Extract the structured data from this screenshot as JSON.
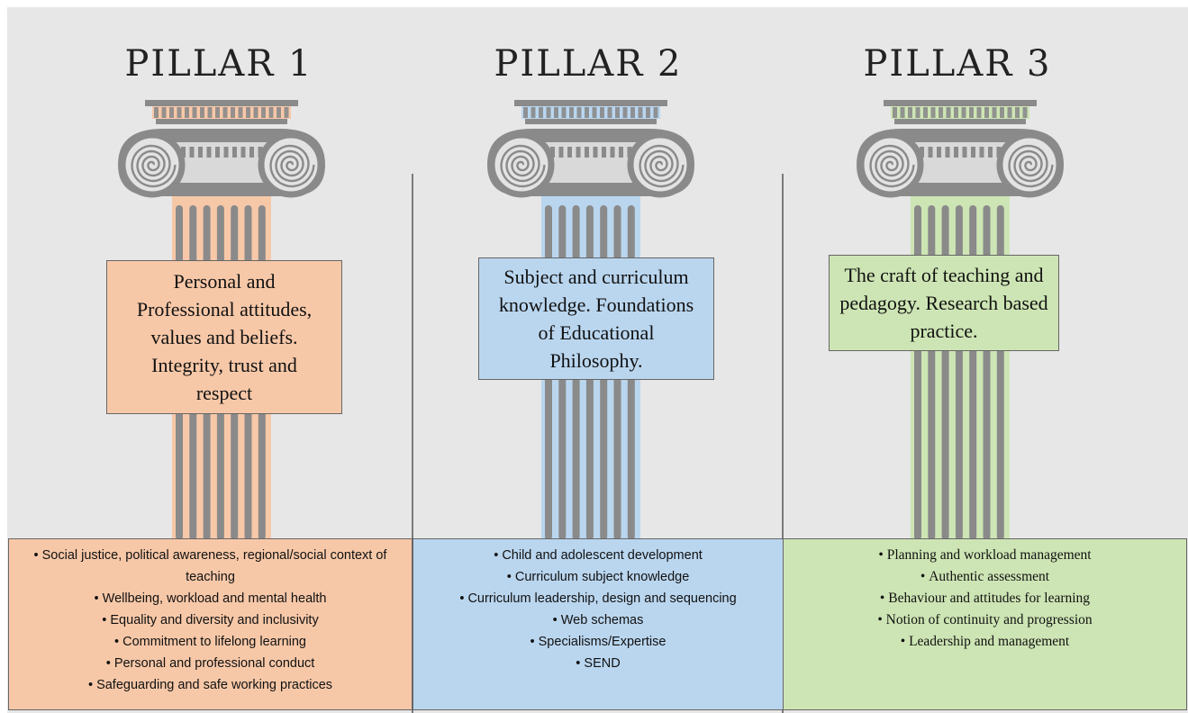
{
  "colors": {
    "pillar_1": "#f7c8a8",
    "pillar_2": "#bad6ef",
    "pillar_3": "#cde5b4",
    "stone": "#8a8a8a",
    "background": "#e7e7e7"
  },
  "pillars": [
    {
      "title": "PILLAR 1",
      "label_lines": [
        "Personal and",
        "Professional attitudes,",
        "values and beliefs.",
        "Integrity, trust and",
        "respect"
      ],
      "items": [
        "Social justice, political awareness, regional/social context of teaching",
        "Wellbeing, workload and mental health",
        "Equality and diversity and inclusivity",
        "Commitment to lifelong learning",
        "Personal and professional conduct",
        "Safeguarding and safe working practices"
      ]
    },
    {
      "title": "PILLAR 2",
      "label_lines": [
        "Subject and curriculum",
        "knowledge. Foundations",
        "of Educational",
        "Philosophy."
      ],
      "items": [
        "Child and adolescent development",
        "Curriculum subject knowledge",
        "Curriculum leadership, design and sequencing",
        "Web schemas",
        "Specialisms/Expertise",
        "SEND"
      ]
    },
    {
      "title": "PILLAR 3",
      "label_lines": [
        "The craft of teaching and",
        "pedagogy. Research based",
        "practice."
      ],
      "items": [
        "Planning and workload management",
        "Authentic assessment",
        "Behaviour and attitudes for learning",
        "Notion of continuity and progression",
        "Leadership and management"
      ]
    }
  ]
}
